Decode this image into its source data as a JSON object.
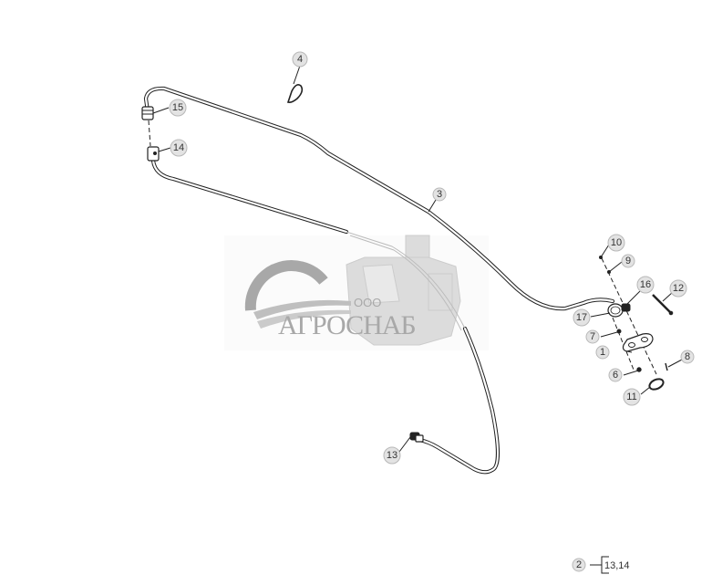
{
  "diagram": {
    "type": "exploded-parts-diagram",
    "subject": "hydraulic tube assembly",
    "colors": {
      "line": "#222222",
      "callout_fill": "#e3e3e3",
      "callout_stroke": "#b8b8b8",
      "watermark": "#9a9a9a"
    }
  },
  "watermark": {
    "prefix": "ООО",
    "name": "АГРОСНАБ"
  },
  "callouts": [
    {
      "id": "c4",
      "label": "4"
    },
    {
      "id": "c15",
      "label": "15"
    },
    {
      "id": "c14",
      "label": "14"
    },
    {
      "id": "c3",
      "label": "3"
    },
    {
      "id": "c10",
      "label": "10"
    },
    {
      "id": "c9",
      "label": "9"
    },
    {
      "id": "c16",
      "label": "16"
    },
    {
      "id": "c12",
      "label": "12"
    },
    {
      "id": "c17",
      "label": "17"
    },
    {
      "id": "c7",
      "label": "7"
    },
    {
      "id": "c1",
      "label": "1"
    },
    {
      "id": "c8",
      "label": "8"
    },
    {
      "id": "c6",
      "label": "6"
    },
    {
      "id": "c11",
      "label": "11"
    },
    {
      "id": "c13",
      "label": "13"
    },
    {
      "id": "c2",
      "label": "2"
    }
  ],
  "kit_reference": {
    "item": "2",
    "includes": "13,14"
  }
}
